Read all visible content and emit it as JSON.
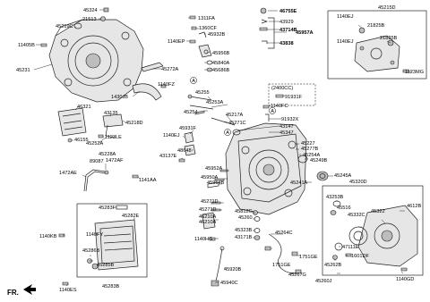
{
  "labels": {
    "l45324": "45324",
    "l21513": "21513",
    "l45219C": "45219C",
    "l11405B": "11405B",
    "l45231": "45231",
    "l45272A": "45272A",
    "l1430JB": "1430JB",
    "l1140FZ": "1140FZ",
    "l46321": "46321",
    "l43135": "43135",
    "l45218D": "45218D",
    "l46155": "46155",
    "l1123LE": "1123LE",
    "l45252A": "45252A",
    "l1311FA": "1311FA",
    "l1360CF": "1360CF",
    "l45932B": "45932B",
    "l1140EP": "1140EP",
    "l45956B": "45956B",
    "l45840A": "45840A",
    "l45686B": "45686B",
    "l46755E": "46755E",
    "l43929": "43929",
    "l43714B": "43714B",
    "l43838": "43838",
    "l45957A": "45957A",
    "l45215D": "45215D",
    "l1140EJ_top": "1140EJ",
    "l21825B_a": "21825B",
    "l1140EJ_b": "1140EJ",
    "l21825B_b": "21825B",
    "l1123MG": "1123MG",
    "l2400CC": "(2400CC)",
    "l91931F": "91931F",
    "l45255": "45255",
    "l45253A": "45253A",
    "l45254": "45254",
    "l45217A": "45217A",
    "l45271C": "45271C",
    "l1140FC": "1140FC",
    "l91932X": "91932X",
    "l43147": "43147",
    "l45347": "45347",
    "l45931F": "45931F",
    "l1140EJ_mid": "1140EJ",
    "l48648": "48648",
    "l43137E": "43137E",
    "l45227": "45227",
    "l45277B": "45277B",
    "l45254A": "45254A",
    "l45249B": "45249B",
    "l45245A": "45245A",
    "l45320D": "45320D",
    "l45228A": "45228A",
    "l89087": "89087",
    "l1472AF": "1472AF",
    "l1472AE": "1472AE",
    "l1141AA": "1141AA",
    "l45952A": "45952A",
    "l45950A": "45950A",
    "l45954B": "45954B",
    "l45271D": "45271D",
    "l45271D_b": "45271D",
    "l45241A": "45241A",
    "l45812G": "45812G",
    "l45260": "45260",
    "l46210A_a": "46210A",
    "l46210A_b": "46210A",
    "l45323B": "45323B",
    "l43171B": "43171B",
    "l1140HG": "1140HG",
    "l45264C": "45264C",
    "l1751GE_a": "1751GE",
    "l1751GE_b": "1751GE",
    "l45267G": "45267G",
    "l45920B": "45920B",
    "l45940C": "45940C",
    "l45283F": "45283F",
    "l45282E": "45282E",
    "l1140KB": "1140KB",
    "l1140FY": "1140FY",
    "l45286B": "45286B",
    "l45285B": "45285B",
    "l45283B": "45283B",
    "l1140ES": "1140ES",
    "l43253B": "43253B",
    "l45516": "45516",
    "l45332C": "45332C",
    "l45322": "45322",
    "l4612B": "4612B",
    "l47111E": "47111E",
    "l1601DF": "1601DF",
    "l45262B": "45262B",
    "l45260J": "45260J",
    "l1140GD": "1140GD",
    "fr": "FR."
  },
  "callouts": {
    "a_top": "A",
    "a_mid": "A",
    "a_right": "A"
  }
}
